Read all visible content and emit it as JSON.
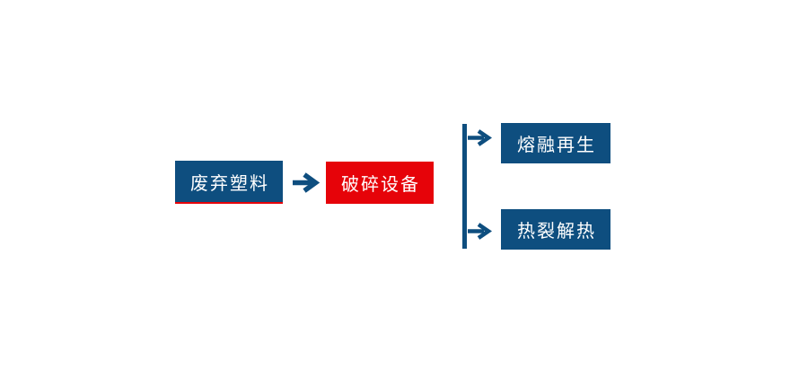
{
  "colors": {
    "node-blue": "#0e4e7f",
    "node-red": "#e60309",
    "connector-blue": "#0e4e7f",
    "label-white": "#ffffff",
    "background": "#ffffff"
  },
  "flowchart": {
    "nodes": {
      "source": {
        "label": "废弃塑料",
        "color": "#0e4e7f",
        "underline": "#e60309"
      },
      "process": {
        "label": "破碎设备",
        "color": "#e60309"
      },
      "branch_top": {
        "label": "熔融再生",
        "color": "#0e4e7f"
      },
      "branch_bottom": {
        "label": "热裂解热",
        "color": "#0e4e7f"
      }
    },
    "icons": {
      "main_arrow": "arrow-right-icon",
      "branch_top_arrow": "arrow-right-icon",
      "branch_bottom_arrow": "arrow-right-icon",
      "branch_line": "vertical-connector-line"
    }
  }
}
